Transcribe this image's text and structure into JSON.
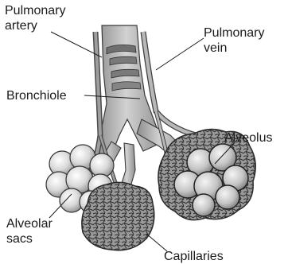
{
  "labels": {
    "pulmonary_artery_line1": "Pulmonary",
    "pulmonary_artery_line2": "artery",
    "pulmonary_vein_line1": "Pulmonary",
    "pulmonary_vein_line2": "vein",
    "bronchiole": "Bronchiole",
    "alveolus": "Alveolus",
    "alveolar_sacs_line1": "Alveolar",
    "alveolar_sacs_line2": "sacs",
    "capillaries": "Capillaries"
  }
}
